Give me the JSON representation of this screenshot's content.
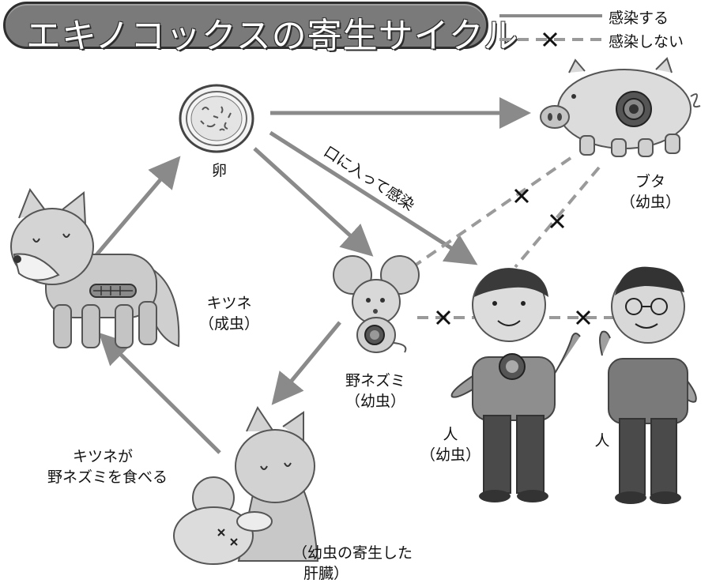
{
  "title": "エキノコックスの寄生サイクル",
  "legend": {
    "infect": "感染する",
    "no_infect": "感染しない"
  },
  "labels": {
    "egg": "卵",
    "mouth_infection": "口に入って感染",
    "pig_1": "ブタ",
    "pig_2": "（幼虫）",
    "fox_1": "キツネ",
    "fox_2": "（成虫）",
    "mouse_1": "野ネズミ",
    "mouse_2": "（幼虫）",
    "human_infected_1": "人",
    "human_infected_2": "（幼虫）",
    "human_other": "人",
    "eat_1": "キツネが",
    "eat_2": "野ネズミを食べる",
    "liver_1": "（幼虫の寄生した",
    "liver_2": "肝臓）"
  },
  "colors": {
    "arrow": "#8a8a8a",
    "dashed": "#9a9a9a",
    "title_bg": "#7a7a7a",
    "animal": "#c8c8c8",
    "outline": "#444444"
  }
}
